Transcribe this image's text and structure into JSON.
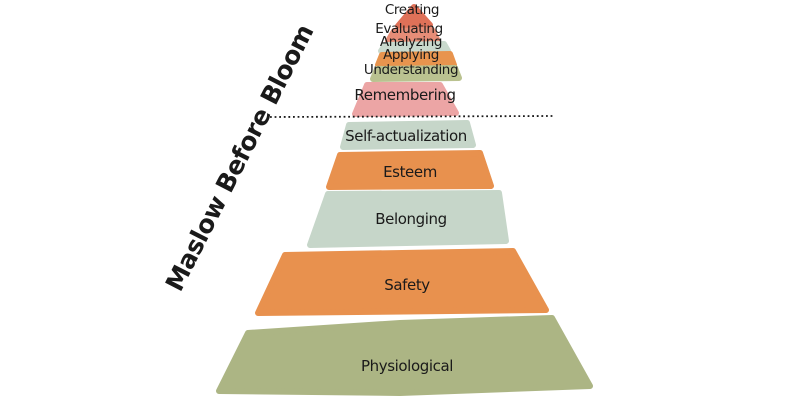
{
  "title": "Maslow Before Bloom",
  "background_color": "#ffffff",
  "text_color": "#1a1a1a",
  "divider": {
    "style": "dotted",
    "color": "#1a1a1a"
  },
  "levels": [
    {
      "label": "Creating",
      "group": "bloom",
      "color": "#df7158"
    },
    {
      "label": "Evaluating",
      "group": "bloom",
      "color": "#e68d77"
    },
    {
      "label": "Analyzing",
      "group": "bloom",
      "color": "#c9d9cd"
    },
    {
      "label": "Applying",
      "group": "bloom",
      "color": "#e8944e"
    },
    {
      "label": "Understanding",
      "group": "bloom",
      "color": "#bac290"
    },
    {
      "label": "Remembering",
      "group": "bloom",
      "color": "#eca5a5"
    },
    {
      "label": "Self-actualization",
      "group": "maslow",
      "color": "#c6d6c9"
    },
    {
      "label": "Esteem",
      "group": "maslow",
      "color": "#e8914e"
    },
    {
      "label": "Belonging",
      "group": "maslow",
      "color": "#c6d6c9"
    },
    {
      "label": "Safety",
      "group": "maslow",
      "color": "#e8914e"
    },
    {
      "label": "Physiological",
      "group": "maslow",
      "color": "#acb584"
    }
  ]
}
